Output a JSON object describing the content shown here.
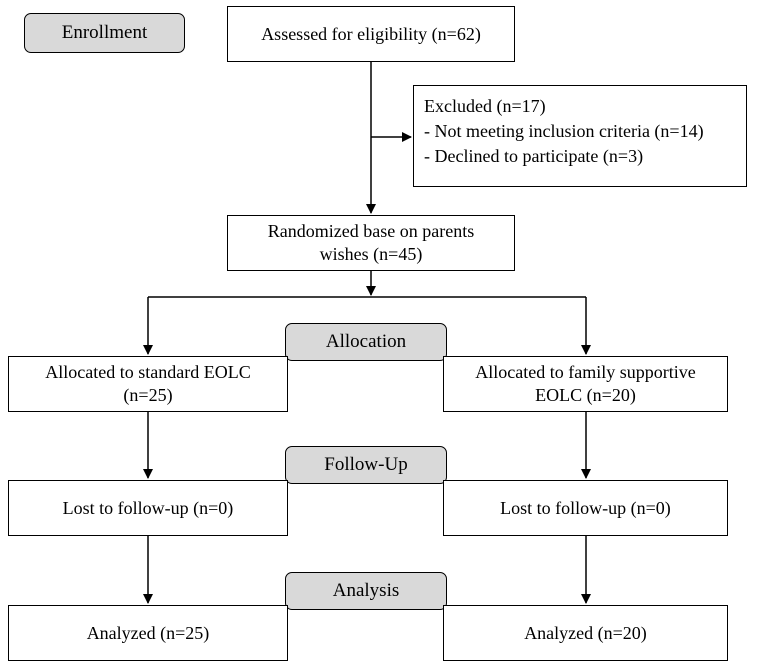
{
  "stages": {
    "enrollment": "Enrollment",
    "allocation": "Allocation",
    "followup": "Follow-Up",
    "analysis": "Analysis"
  },
  "assessed": "Assessed for eligibility  (n=62)",
  "excluded": {
    "title": "Excluded  (n=17)",
    "items": [
      "- Not meeting inclusion criteria  (n=14)",
      "- Declined to participate  (n=3)"
    ]
  },
  "randomized": {
    "line1": "Randomized  base on parents",
    "line2": "wishes (n=45)"
  },
  "standard": {
    "allocated_line1": "Allocated to standard EOLC",
    "allocated_line2": "(n=25)",
    "lost": "Lost to follow-up  (n=0)",
    "analyzed": "Analyzed (n=25)"
  },
  "family": {
    "allocated_line1": "Allocated to family  supportive",
    "allocated_line2": "EOLC  (n=20)",
    "lost": "Lost to follow-up  (n=0)",
    "analyzed": "Analyzed (n=20)"
  }
}
